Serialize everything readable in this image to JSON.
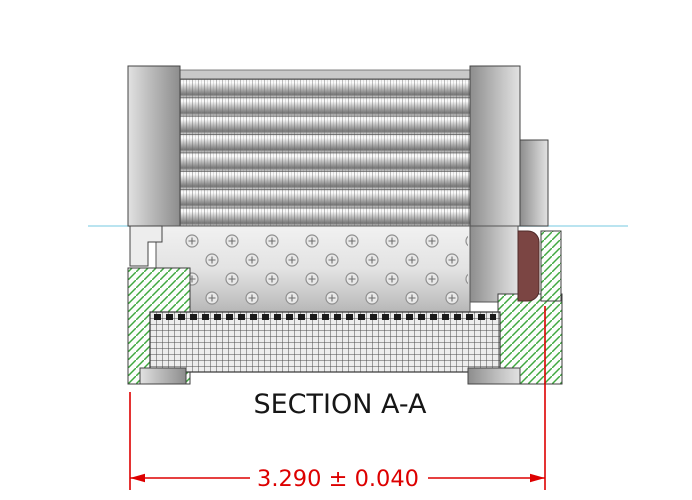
{
  "drawing": {
    "section_label": "SECTION A-A",
    "dimension": {
      "text": "3.290 ± 0.040",
      "nominal": "3.290",
      "tolerance": "± 0.040"
    },
    "colors": {
      "dimension_red": "#dd0000",
      "hatch_green": "#3fa83f",
      "centerline_cyan": "#a3dbec",
      "seal_maroon": "#7b4543",
      "metal_gray": "#c2c2c2",
      "background": "#ffffff"
    }
  }
}
